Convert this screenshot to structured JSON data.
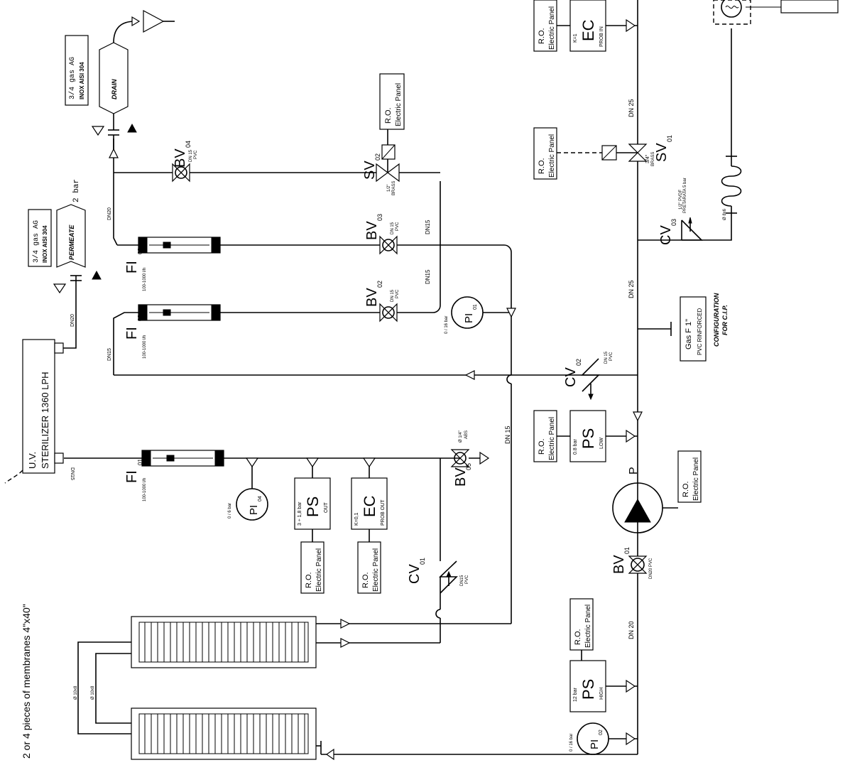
{
  "membranes_note": "2 or 4 pieces of membranes  4\"x40\"",
  "uv": {
    "line1": "U.V.",
    "line2": "STERILIZER 1360 LPH",
    "inlet": "DN 15",
    "outlet": "DN20"
  },
  "permeate": {
    "label": "PERMEATE",
    "pressure": "2 bar",
    "conn1": "3/4 gas AG",
    "conn2": "INOX AISI 304"
  },
  "drain": {
    "label": "DRAIN",
    "conn1": "3/4 gas AG",
    "conn2": "INOX AISI 304",
    "pipe": "DN20"
  },
  "fi01": {
    "tag": "FI",
    "sub": "01",
    "range": "100-1000 l/h"
  },
  "fi02": {
    "tag": "FI",
    "sub": "02",
    "range": "100-1000 l/h",
    "pipe": "DN15"
  },
  "fi03": {
    "tag": "FI",
    "sub": "03",
    "range": "100-1000 l/h"
  },
  "bv01": {
    "tag": "BV",
    "sub": "01",
    "spec": "DN20 PVC"
  },
  "bv02": {
    "tag": "BV",
    "sub": "02",
    "spec1": "DN 15",
    "spec2": "PVC"
  },
  "bv03": {
    "tag": "BV",
    "sub": "03",
    "spec1": "DN 15",
    "spec2": "PVC"
  },
  "bv04": {
    "tag": "BV",
    "sub": "04",
    "spec1": "DN 15",
    "spec2": "PVC"
  },
  "bv05": {
    "tag": "BV",
    "sub": "05",
    "spec1": "Ø 1/4\"",
    "spec2": "ABS"
  },
  "sv01": {
    "tag": "SV",
    "sub": "01",
    "spec1": "3/4\"",
    "spec2": "BRASS"
  },
  "sv02": {
    "tag": "SV",
    "sub": "02",
    "spec1": "1/2\"",
    "spec2": "BRASS"
  },
  "cv01": {
    "tag": "CV",
    "sub": "01",
    "spec1": "DN15",
    "spec2": "PVC"
  },
  "cv02": {
    "tag": "CV",
    "sub": "02",
    "spec1": "DN 15",
    "spec2": "PVC"
  },
  "cv03": {
    "tag": "CV",
    "sub": "03",
    "spec1": "1/2\" PVDF",
    "spec2": "PRETARATA 5 bar"
  },
  "pi01": {
    "tag": "PI",
    "sub": "01",
    "range": "0 / 16 bar"
  },
  "pi02": {
    "tag": "PI",
    "sub": "02",
    "range": "0 / 16 bar"
  },
  "pi04": {
    "tag": "PI",
    "sub": "04",
    "range": "0 / 6 bar"
  },
  "ps_low": {
    "tag": "PS",
    "set": "0.8 bar",
    "mode": "LOW"
  },
  "ps_out": {
    "tag": "PS",
    "set": "3 ÷ 1,8 bar",
    "mode": "OUT"
  },
  "ps_high": {
    "tag": "PS",
    "set": "12 bar",
    "mode": "HIGH"
  },
  "ec_in": {
    "tag": "EC",
    "set": "K=1",
    "mode": "PROB IN"
  },
  "ec_out": {
    "tag": "EC",
    "set": "K=0,1",
    "mode": "PROB OUT"
  },
  "panel": {
    "line1": "R.O.",
    "line2": "Electric Panel"
  },
  "pump": {
    "tag": "P"
  },
  "cip": {
    "conn1": "Gas F 1\"",
    "conn2": "PVC RINFORCED",
    "note1": "CONFIGURATION",
    "note2": "FOR C.I.P."
  },
  "pipes": {
    "dn25": "DN 25",
    "dn20": "DN 20",
    "dn15": "DN 15",
    "dn15b": "DN15",
    "dn15c": "DN15",
    "dn15d": "DN15",
    "dn20b": "DN20",
    "phi8": "Ø 8x6",
    "phi10": "Ø 10x8",
    "phi10b": "Ø 10x8"
  },
  "colors": {
    "line": "#000000",
    "background": "#ffffff"
  }
}
